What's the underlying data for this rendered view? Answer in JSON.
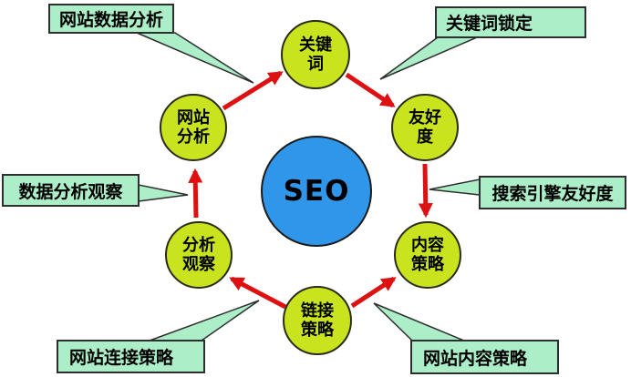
{
  "diagram": {
    "center": {
      "label": "SEO"
    },
    "nodes": [
      {
        "id": "keywords",
        "label": "关键词",
        "line1": "关键",
        "line2": "词"
      },
      {
        "id": "friendliness",
        "label": "友好度",
        "line1": "友好",
        "line2": "度"
      },
      {
        "id": "content-strategy",
        "label": "内容策略",
        "line1": "内容",
        "line2": "策略"
      },
      {
        "id": "link-strategy",
        "label": "链接策略",
        "line1": "链接",
        "line2": "策略"
      },
      {
        "id": "analysis-observation",
        "label": "分析观察",
        "line1": "分析",
        "line2": "观察"
      },
      {
        "id": "site-analysis",
        "label": "网站分析",
        "line1": "网站",
        "line2": "分析"
      }
    ],
    "callouts": [
      {
        "id": "site-data-analysis",
        "label": "网站数据分析"
      },
      {
        "id": "keyword-targeting",
        "label": "关键词锁定"
      },
      {
        "id": "search-engine-friendliness",
        "label": "搜索引擎友好度"
      },
      {
        "id": "site-content-strategy",
        "label": "网站内容策略"
      },
      {
        "id": "site-link-strategy",
        "label": "网站连接策略"
      },
      {
        "id": "data-analysis-observation",
        "label": "数据分析观察"
      }
    ],
    "edges": [
      {
        "from": "网站分析",
        "to": "关键词"
      },
      {
        "from": "关键词",
        "to": "友好度"
      },
      {
        "from": "友好度",
        "to": "内容策略"
      },
      {
        "from": "链接策略",
        "to": "内容策略"
      },
      {
        "from": "链接策略",
        "to": "分析观察"
      },
      {
        "from": "分析观察",
        "to": "网站分析"
      }
    ],
    "colors": {
      "node_fill": "#c9e41f",
      "center_fill": "#2f96e9",
      "callout_fill": "#aceec8",
      "arrow": "#dd1111",
      "outline": "#2e2e2e",
      "background": "#ffffff"
    }
  }
}
